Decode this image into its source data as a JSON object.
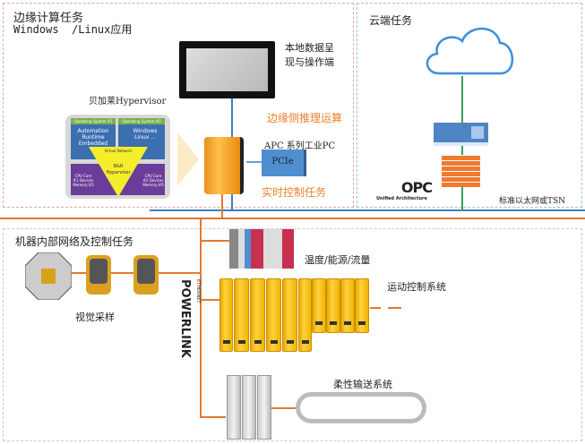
{
  "edge": {
    "title": "边缘计算任务",
    "subtitle": "Windows  /Linux应用",
    "display_label": "本地数据呈\n现与操作端",
    "hypervisor_label": "贝加莱Hypervisor",
    "inference_label": "边缘侧推理运算",
    "apc_label": "APC 系列工业PC",
    "pcie_label": "PCIe",
    "realtime_label": "实时控制任务"
  },
  "hypervisor": {
    "os1": "Operating System #1",
    "os2": "Operating System #2",
    "ar": "Automation Runtime Embedded",
    "win": "Windows Linux ...",
    "vnet": "Virtual Network",
    "hv": "B&R Hypervisor",
    "core1": "CPU Core #1 Devices Memory I/O",
    "core2": "CPU Core #2 Devices Memory I/O"
  },
  "cloud": {
    "title": "云端任务",
    "network_label": "标准以太网或TSN",
    "opc_logo": "OPC",
    "opc_sub": "Unified Architecture"
  },
  "machine": {
    "title": "机器内部网络及控制任务",
    "vision_label": "视觉采样",
    "io_label": "温度/能源/流量",
    "motion_label": "运动控制系统",
    "conveyor_label": "柔性输送系统",
    "powerlink": "POWERLINK",
    "ethernet": "ETHERNET"
  },
  "colors": {
    "orange": "#e07a30",
    "blue": "#3f7fbf",
    "green": "#3aa05a",
    "yellow": "#f5c000"
  }
}
